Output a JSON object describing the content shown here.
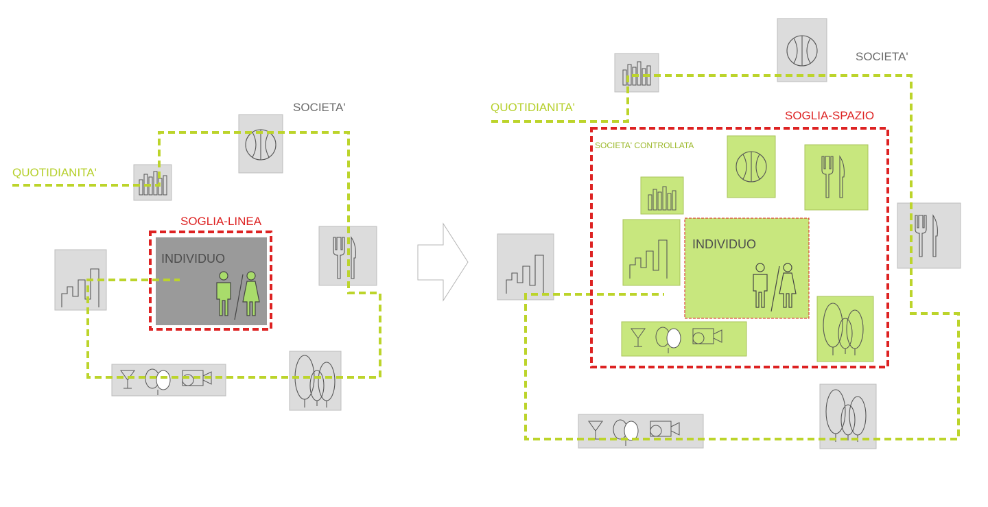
{
  "left": {
    "societa": "SOCIETA'",
    "quotidianita": "QUOTIDIANITA'",
    "soglia": "SOGLIA-LINEA",
    "individuo": "INDIVIDUO"
  },
  "right": {
    "societa": "SOCIETA'",
    "quotidianita": "QUOTIDIANITA'",
    "soglia": "SOGLIA-SPAZIO",
    "societa_controllata": "SOCIETA' CONTROLLATA",
    "individuo": "INDIVIDUO"
  },
  "colors": {
    "dash_green": "#bcd42b",
    "dash_red": "#dd2222",
    "tile_gray": "#dcdcdc",
    "tile_green": "#c8e77e",
    "individuo_dark": "#9a9a9a",
    "person_green": "#a9dc6b"
  },
  "icons": [
    "bar-chart-icon",
    "basketball-icon",
    "fork-knife-icon",
    "city-skyline-icon",
    "leisure-icon",
    "trees-icon",
    "man-woman-icon",
    "arrow-right-icon"
  ]
}
